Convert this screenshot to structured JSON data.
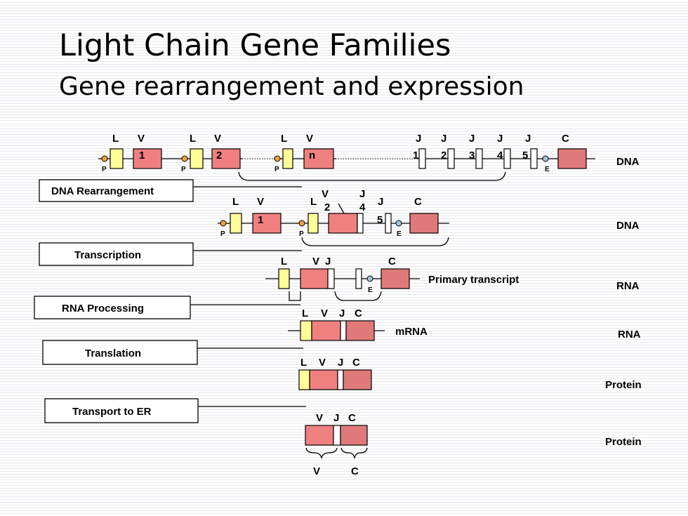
{
  "title": "Light Chain Gene Families",
  "subtitle": "Gene rearrangement and expression",
  "segments": {
    "L": "L",
    "V": "V",
    "J": "J",
    "C": "C",
    "P": "P",
    "E": "E",
    "V1": "1",
    "V2": "2",
    "Vn": "n",
    "J1": "1",
    "J2": "2",
    "J3": "3",
    "J4": "4",
    "J5": "5"
  },
  "steps": [
    "DNA Rearrangement",
    "Transcription",
    "RNA Processing",
    "Translation",
    "Transport to ER"
  ],
  "molecules": [
    "DNA",
    "DNA",
    "RNA",
    "RNA",
    "Protein",
    "Protein"
  ],
  "labels": {
    "primary_transcript": "Primary transcript",
    "mrna": "mRNA"
  },
  "colors": {
    "leader": "#ffff99",
    "variable": "#f08080",
    "constant": "#e07a7a",
    "joining": "#ffffff",
    "promoter": "#f0a040",
    "enhancer": "#a0c0e0"
  }
}
